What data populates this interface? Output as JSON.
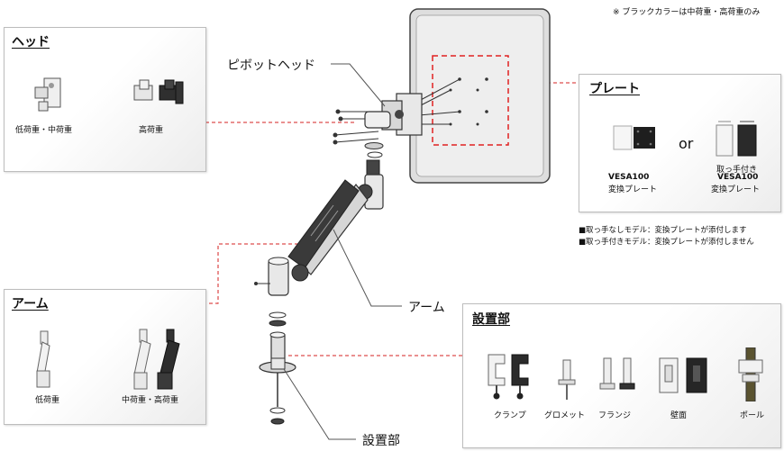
{
  "top_note": "※ ブラックカラーは中荷重・高荷重のみ",
  "callouts": {
    "pivot_head": "ピボットヘッド",
    "arm": "アーム",
    "mount": "設置部"
  },
  "head_panel": {
    "title": "ヘッド",
    "items": [
      "低荷重・中荷重",
      "高荷重"
    ]
  },
  "plate_panel": {
    "title": "プレート",
    "or_label": "or",
    "item1": {
      "line1": "VESA100",
      "line2": "変換プレート"
    },
    "item2": {
      "line1": "取っ手付き",
      "line2": "VESA100",
      "line3": "変換プレート"
    },
    "notes": [
      "■取っ手なしモデル：変換プレートが添付します",
      "■取っ手付きモデル：変換プレートが添付しません"
    ]
  },
  "arm_panel": {
    "title": "アーム",
    "items": [
      "低荷重",
      "中荷重・高荷重"
    ]
  },
  "mount_panel": {
    "title": "設置部",
    "items": [
      "クランプ",
      "グロメット",
      "フランジ",
      "壁面",
      "ポール"
    ]
  },
  "colors": {
    "leader": "#d42020",
    "panel_border": "#bdbdbd",
    "monitor_face": "#e7e7e7",
    "arm_dark": "#3a3a3a"
  }
}
